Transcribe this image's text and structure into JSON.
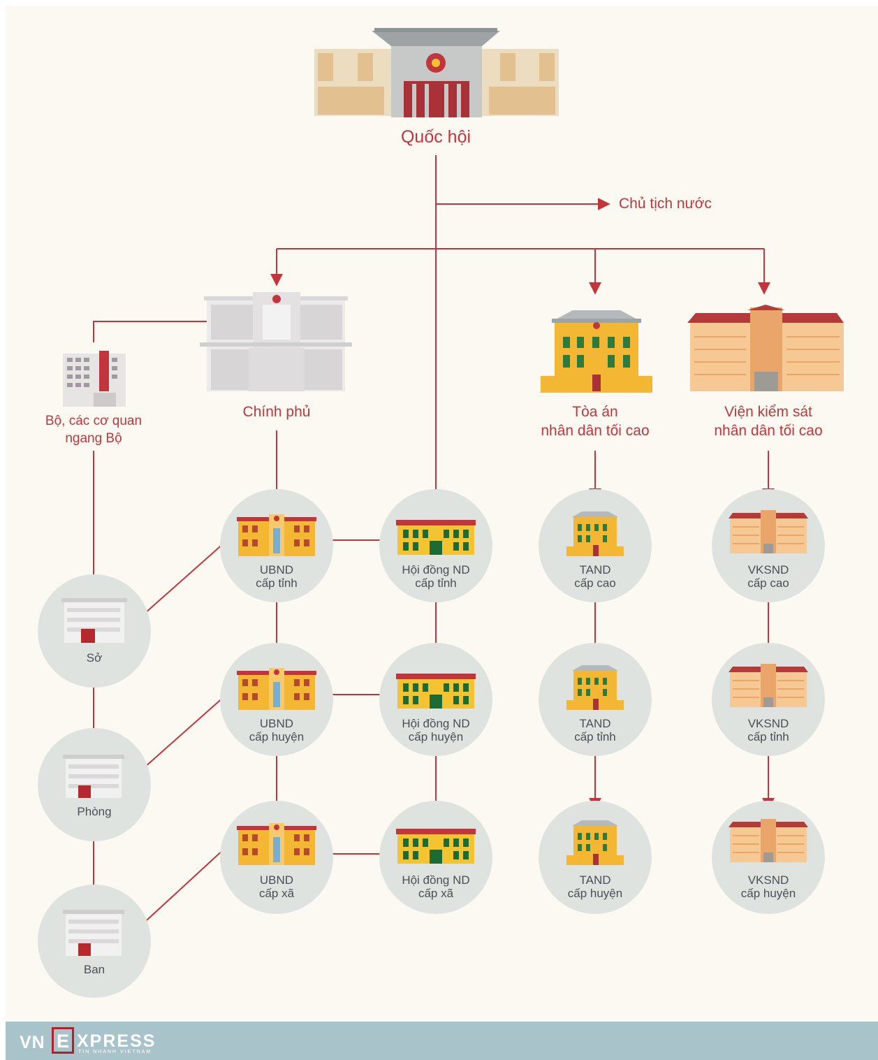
{
  "colors": {
    "line": "#c0363c",
    "label": "#c0363c",
    "circle": "#dfe3e0",
    "circle_text": "#4a4f55",
    "background": "#fcf9f2",
    "footer": "#a9c3ca"
  },
  "nodes": {
    "quoc_hoi": "Quốc hội",
    "chu_tich_nuoc": "Chủ tịch nước",
    "chinh_phu": "Chính phủ",
    "bo": [
      "Bộ, các cơ quan",
      "ngang Bộ"
    ],
    "tand_toi_cao": [
      "Tòa án",
      "nhân dân tối cao"
    ],
    "vksnd_toi_cao": [
      "Viện kiểm sát",
      "nhân dân tối cao"
    ]
  },
  "circles": {
    "so": "Sở",
    "phong": "Phòng",
    "ban": "Ban",
    "ubnd_tinh": [
      "UBND",
      "cấp tỉnh"
    ],
    "ubnd_huyen": [
      "UBND",
      "cấp huyện"
    ],
    "ubnd_xa": [
      "UBND",
      "cấp xã"
    ],
    "hdnd_tinh": [
      "Hội đồng ND",
      "cấp tỉnh"
    ],
    "hdnd_huyen": [
      "Hội đồng ND",
      "cấp huyện"
    ],
    "hdnd_xa": [
      "Hội đồng ND",
      "cấp xã"
    ],
    "tand_cao": [
      "TAND",
      "cấp cao"
    ],
    "tand_tinh": [
      "TAND",
      "cấp tỉnh"
    ],
    "tand_huyen": [
      "TAND",
      "cấp huyện"
    ],
    "vksnd_cao": [
      "VKSND",
      "cấp cao"
    ],
    "vksnd_tinh": [
      "VKSND",
      "cấp tỉnh"
    ],
    "vksnd_huyen": [
      "VKSND",
      "cấp huyện"
    ]
  },
  "logo": {
    "vn": "VN",
    "e": "E",
    "xpress": "XPRESS",
    "tagline": "TIN NHANH VIETNAM"
  }
}
